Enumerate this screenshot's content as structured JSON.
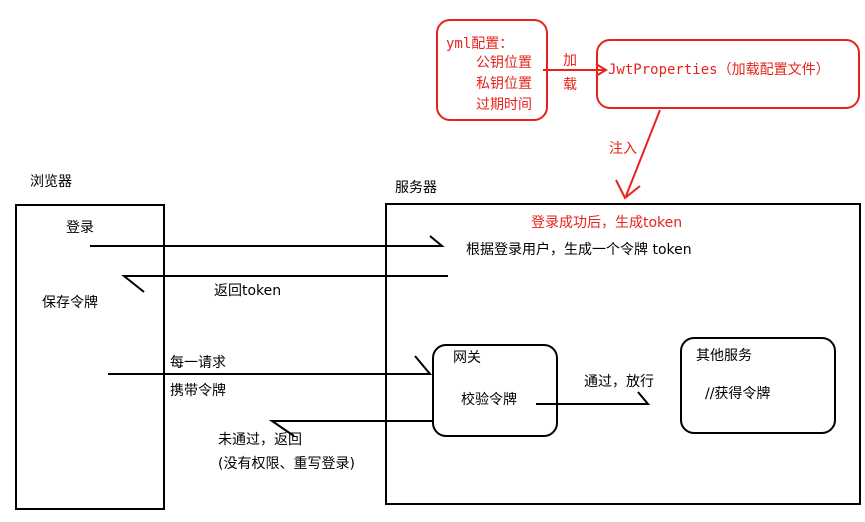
{
  "config": {
    "title": "yml配置：",
    "items": [
      "公钥位置",
      "私钥位置",
      "过期时间"
    ],
    "load_label_1": "加",
    "load_label_2": "载"
  },
  "jwt_properties": "JwtProperties（加载配置文件）",
  "inject_label": "注入",
  "browser": {
    "title": "浏览器",
    "login": "登录",
    "save_token": "保存令牌"
  },
  "server": {
    "title": "服务器",
    "login_success": "登录成功后，生成token",
    "generate": "根据登录用户，生成一个令牌 token",
    "return_token": "返回token"
  },
  "request": {
    "each": "每一请求",
    "carry": "携带令牌"
  },
  "gateway": {
    "title": "网关",
    "verify": "校验令牌"
  },
  "pass_label": "通过，放行",
  "other": {
    "title": "其他服务",
    "get_token": "//获得令牌"
  },
  "fail": {
    "line1": "未通过，返回",
    "line2": "(没有权限、重写登录)"
  },
  "colors": {
    "red": "#e8231b",
    "black": "#000000"
  }
}
